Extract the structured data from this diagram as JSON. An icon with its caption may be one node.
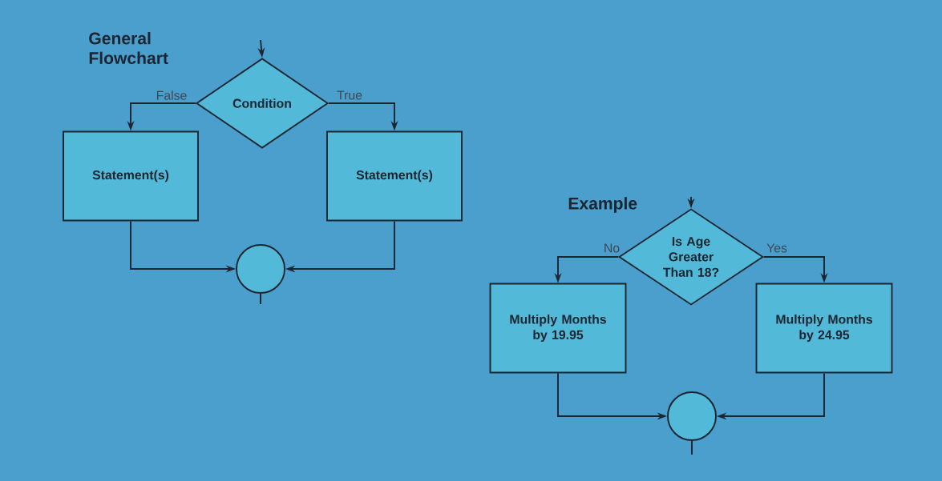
{
  "diagram": {
    "nodes": [
      {
        "text": [
          "Condition"
        ]
      },
      {
        "text": [
          "Statement(s)"
        ]
      },
      {
        "text": [
          "Statement(s)"
        ]
      },
      {
        "text": [],
        "shape": "circle"
      },
      {
        "text": [
          "Is Age Greater Than 18?"
        ]
      },
      {
        "text": [
          "Multiply Months by 19.95"
        ]
      },
      {
        "text": [
          "Multiply Months by 24.95"
        ]
      },
      {
        "text": [],
        "shape": "circle"
      }
    ],
    "edges": [
      {
        "from": null,
        "to": 0,
        "arrow": "to"
      },
      {
        "from": 0,
        "to": 1,
        "arrow": "to",
        "label": "False"
      },
      {
        "from": 0,
        "to": 2,
        "arrow": "to",
        "label": "True"
      },
      {
        "from": 1,
        "to": 3,
        "arrow": "to"
      },
      {
        "from": 2,
        "to": 3,
        "arrow": "to"
      },
      {
        "from": 3,
        "to": null,
        "arrow": "none"
      },
      {
        "from": null,
        "to": 4,
        "arrow": "to"
      },
      {
        "from": 4,
        "to": 5,
        "arrow": "to",
        "label": "No"
      },
      {
        "from": 4,
        "to": 6,
        "arrow": "to",
        "label": "Yes"
      },
      {
        "from": 5,
        "to": 7,
        "arrow": "to"
      },
      {
        "from": 6,
        "to": 7,
        "arrow": "to"
      },
      {
        "from": 7,
        "to": null,
        "arrow": "none"
      }
    ],
    "labels": [
      "General Flowchart",
      "Example"
    ]
  }
}
